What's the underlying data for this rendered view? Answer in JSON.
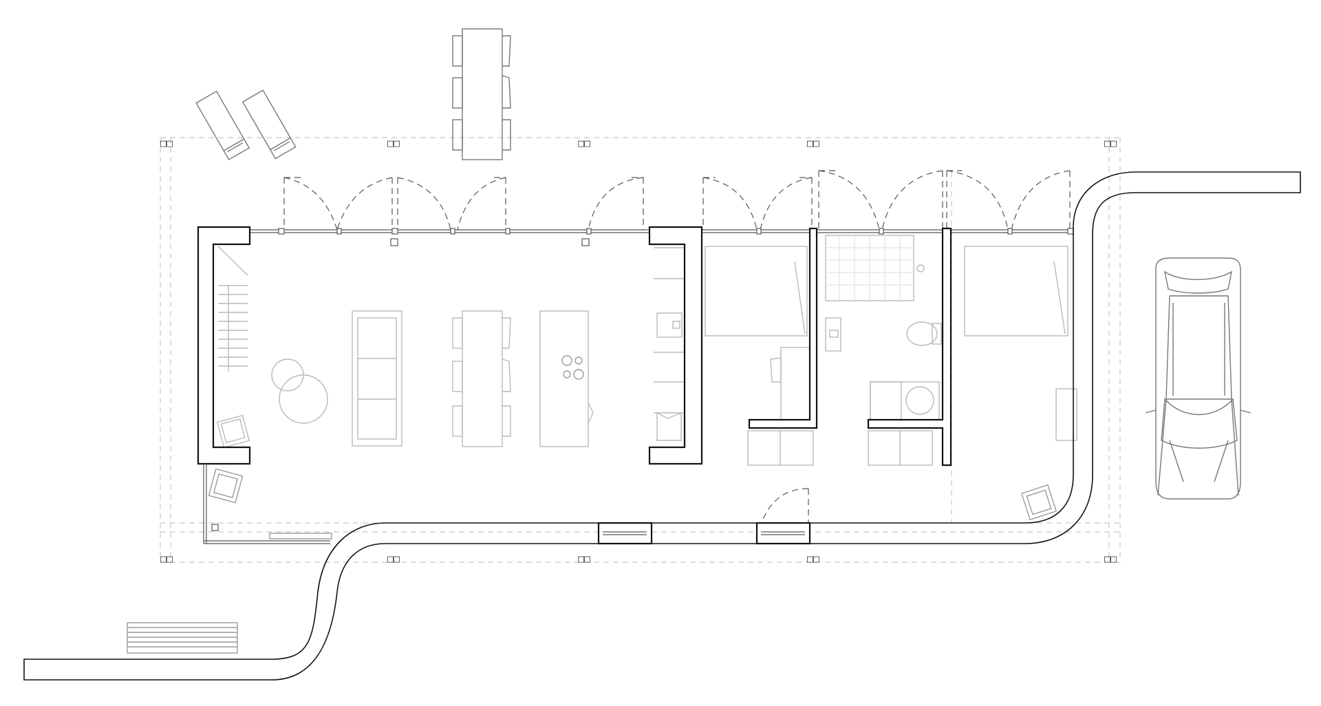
{
  "drawing": {
    "kind": "architectural floor plan",
    "grid_axis_labels": [
      "□□",
      "□□",
      "□□",
      "□□",
      "□□"
    ],
    "rooms": [
      "stair",
      "living-dining-kitchen",
      "bedroom-1",
      "bathroom",
      "bedroom-2",
      "carport"
    ],
    "colors": {
      "wall": "#111111",
      "furniture": "#b8b8b8",
      "grid": "#c8c8c8",
      "background": "#ffffff"
    }
  }
}
